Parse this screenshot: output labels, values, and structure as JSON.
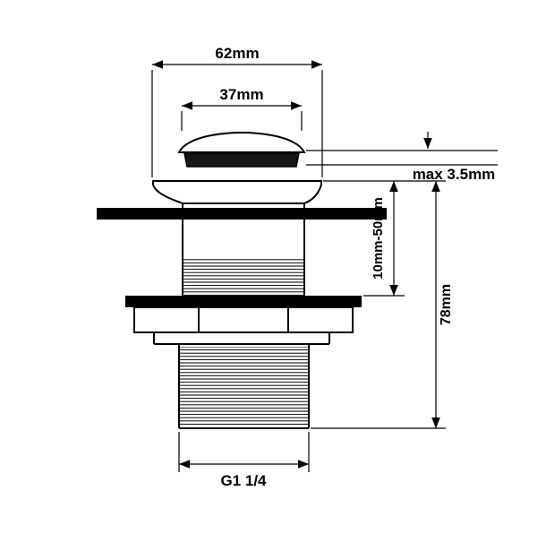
{
  "diagram": {
    "type": "technical-drawing",
    "subject": "pop-up basin waste drain fitting",
    "colors": {
      "line": "#000000",
      "background": "#ffffff",
      "cap_skirt_fill": "#161616"
    },
    "labels": {
      "flange_diameter": "62mm",
      "cap_diameter": "37mm",
      "cap_travel": "max 3.5mm",
      "clamping_range": "10mm-50mm",
      "overall_height": "78mm",
      "thread_size": "G1 1/4"
    }
  }
}
